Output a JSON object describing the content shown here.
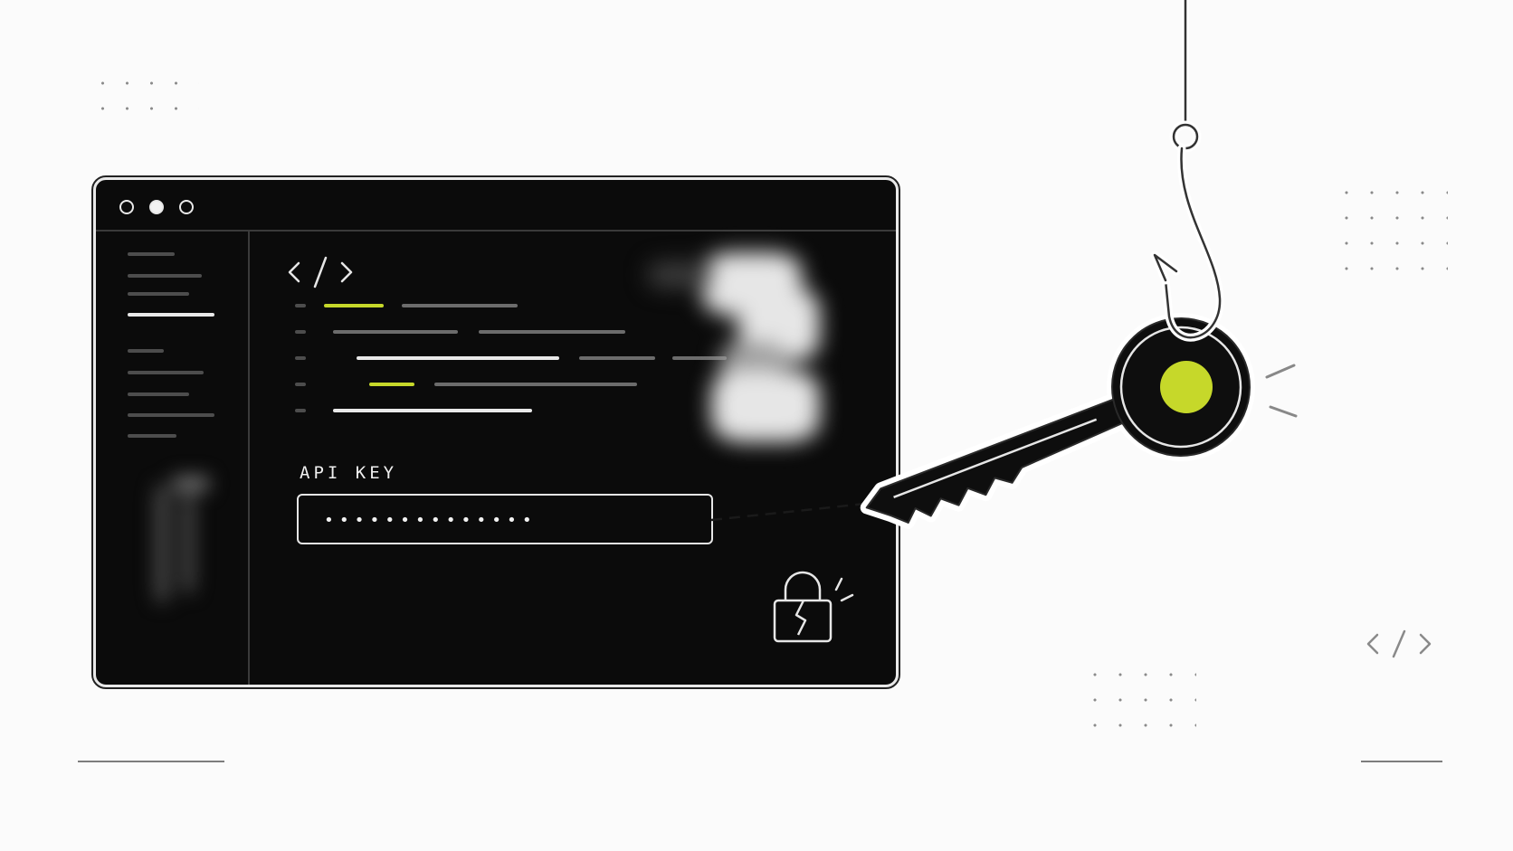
{
  "window": {
    "title_dots": [
      "dot-1",
      "dot-2",
      "dot-3"
    ],
    "code_symbol": "</>",
    "api_key_label": "API KEY",
    "api_key_masked": "••••••••••••••"
  },
  "decor": {
    "corner_code_symbol": "</>"
  },
  "icons": {
    "code": "code-brackets-icon",
    "lock": "broken-lock-icon",
    "key": "key-icon",
    "hook": "fishing-hook-icon"
  },
  "colors": {
    "background": "#fbfbfb",
    "window": "#0b0b0b",
    "accent": "#c6d82a",
    "stroke": "#e9e9e9"
  }
}
